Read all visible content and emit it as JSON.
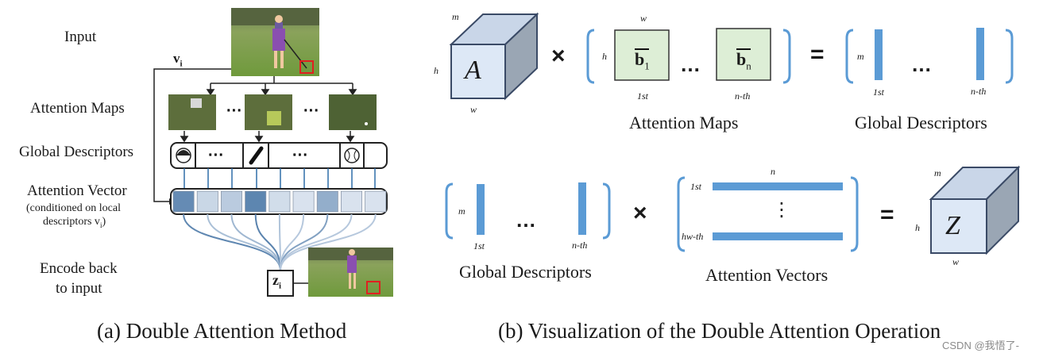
{
  "panel_a": {
    "labels": {
      "input": "Input",
      "attention_maps": "Attention Maps",
      "global_descriptors": "Global Descriptors",
      "attention_vector": "Attention Vector",
      "attention_vector_note_1": "(conditioned on local",
      "attention_vector_note_2": "descriptors v",
      "attention_vector_note_sub": "i",
      "attention_vector_note_close": ")",
      "encode_1": "Encode back",
      "encode_2": "to input",
      "vi": "v",
      "vi_sub": "i",
      "zi": "z",
      "zi_sub": "i",
      "ellipsis": "···"
    },
    "caption": "(a) Double Attention Method"
  },
  "panel_b": {
    "caption": "(b) Visualization of the Double Attention Operation",
    "row1": {
      "cube_label": "A",
      "cube_m": "m",
      "cube_h": "h",
      "cube_w": "w",
      "times": "×",
      "map_w": "w",
      "map_h": "h",
      "map_first": "b",
      "map_first_sub": "1",
      "map_last": "b",
      "map_last_sub": "n",
      "first_label": "1st",
      "last_label": "n-th",
      "ellipsis": "…",
      "equals": "=",
      "desc_m": "m",
      "desc_first": "1st",
      "desc_last": "n-th",
      "attention_maps": "Attention Maps",
      "global_descriptors": "Global Descriptors"
    },
    "row2": {
      "desc_m": "m",
      "desc_first": "1st",
      "desc_last": "n-th",
      "ellipsis": "…",
      "times": "×",
      "vec_n": "n",
      "vec_first": "1st",
      "vec_last": "hw-th",
      "vdots": "⋮",
      "equals": "=",
      "cube_label": "Z",
      "cube_m": "m",
      "cube_h": "h",
      "cube_w": "w",
      "global_descriptors": "Global Descriptors",
      "attention_vectors": "Attention Vectors"
    }
  },
  "watermark": "CSDN @我悟了-",
  "colors": {
    "cube_face": "#dde8f6",
    "cube_side": "#9aa6b4",
    "cube_top": "#c9d6e8",
    "map_fill": "#ddeed6",
    "bar_blue": "#5b9bd5",
    "bracket": "#5b9bd5",
    "grass": "#7fa04c",
    "red_box": "#e02020"
  },
  "attention_vector_cells": [
    0.85,
    0.2,
    0.3,
    0.9,
    0.15,
    0.1,
    0.55,
    0.1,
    0.1
  ]
}
